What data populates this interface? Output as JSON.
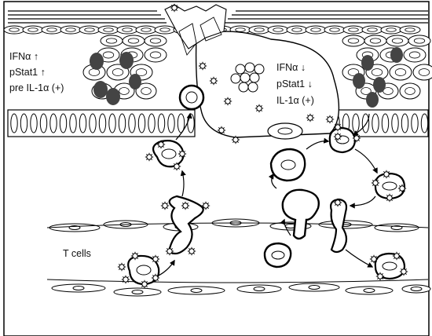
{
  "left_labels": {
    "line1": "IFNα ↑",
    "line2": "pStat1 ↑",
    "line3": "pre IL-1α (+)"
  },
  "right_labels": {
    "line1": "IFNα ↓",
    "line2": "pStat1 ↓",
    "line3": "IL-1α (+)"
  },
  "tcells_label": "T cells"
}
